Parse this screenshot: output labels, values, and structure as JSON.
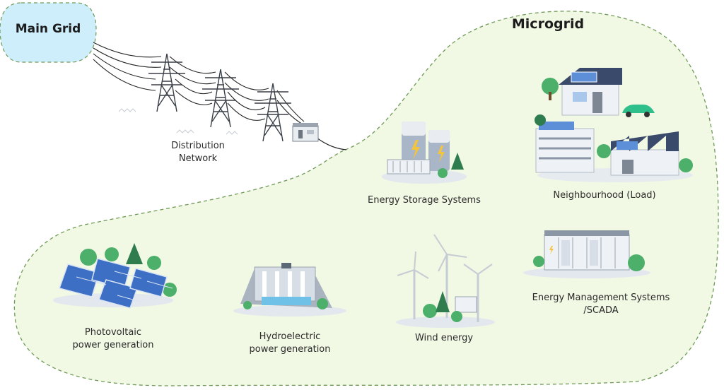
{
  "main_grid": {
    "title": "Main Grid"
  },
  "microgrid": {
    "title": "Microgrid"
  },
  "labels": {
    "distribution_line1": "Distribution",
    "distribution_line2": "Network",
    "storage": "Energy Storage Systems",
    "neighbourhood": "Neighbourhood (Load)",
    "ems_line1": "Energy Management Systems",
    "ems_line2": "/SCADA",
    "pv_line1": "Photovoltaic",
    "pv_line2": "power generation",
    "hydro_line1": "Hydroelectric",
    "hydro_line2": "power generation",
    "wind": "Wind energy"
  },
  "colors": {
    "main_grid_fill": "#cdeefa",
    "microgrid_fill": "#f1f8e4",
    "dashed_border": "#6f9a57",
    "solar_blue": "#3d6fc4",
    "tree_green": "#3e9d5b",
    "building_grey": "#d5dbe3",
    "roof_dark": "#3a4a6b"
  }
}
